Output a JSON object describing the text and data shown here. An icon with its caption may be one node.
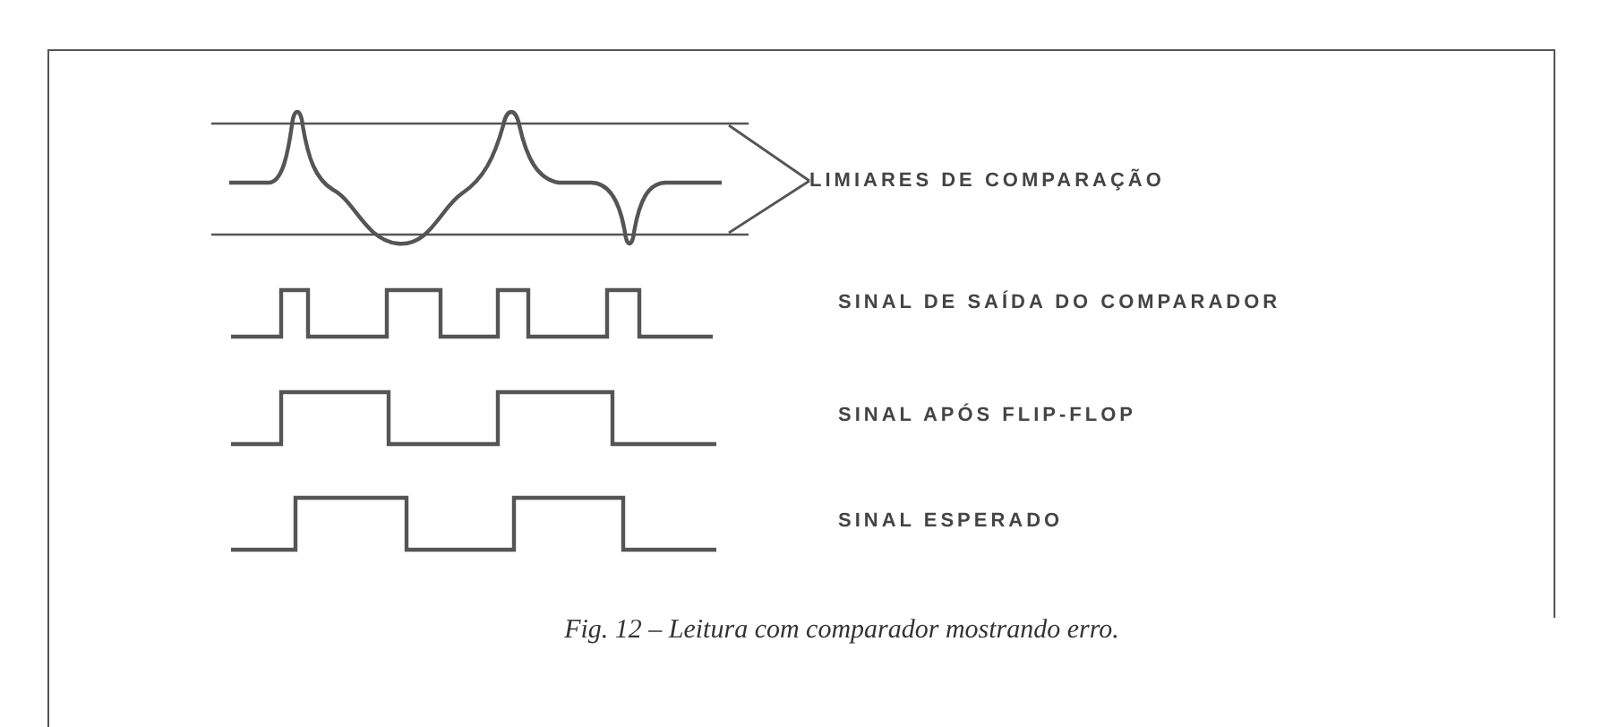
{
  "diagram": {
    "caption": "Fig. 12 – Leitura com comparador mostrando erro.",
    "nodes": [
      {
        "text": [
          "LIMIARES DE COMPARAÇÃO"
        ]
      },
      {
        "text": [],
        "shape": "bar"
      },
      {
        "text": [],
        "shape": "bar"
      }
    ],
    "edges": [
      {
        "from": 0,
        "to": 1,
        "arrow": "none"
      },
      {
        "from": 0,
        "to": 2,
        "arrow": "none"
      }
    ],
    "labels": [
      "SINAL DE SAÍDA DO COMPARADOR",
      "SINAL APÓS FLIP-FLOP",
      "SINAL ESPERADO"
    ]
  }
}
